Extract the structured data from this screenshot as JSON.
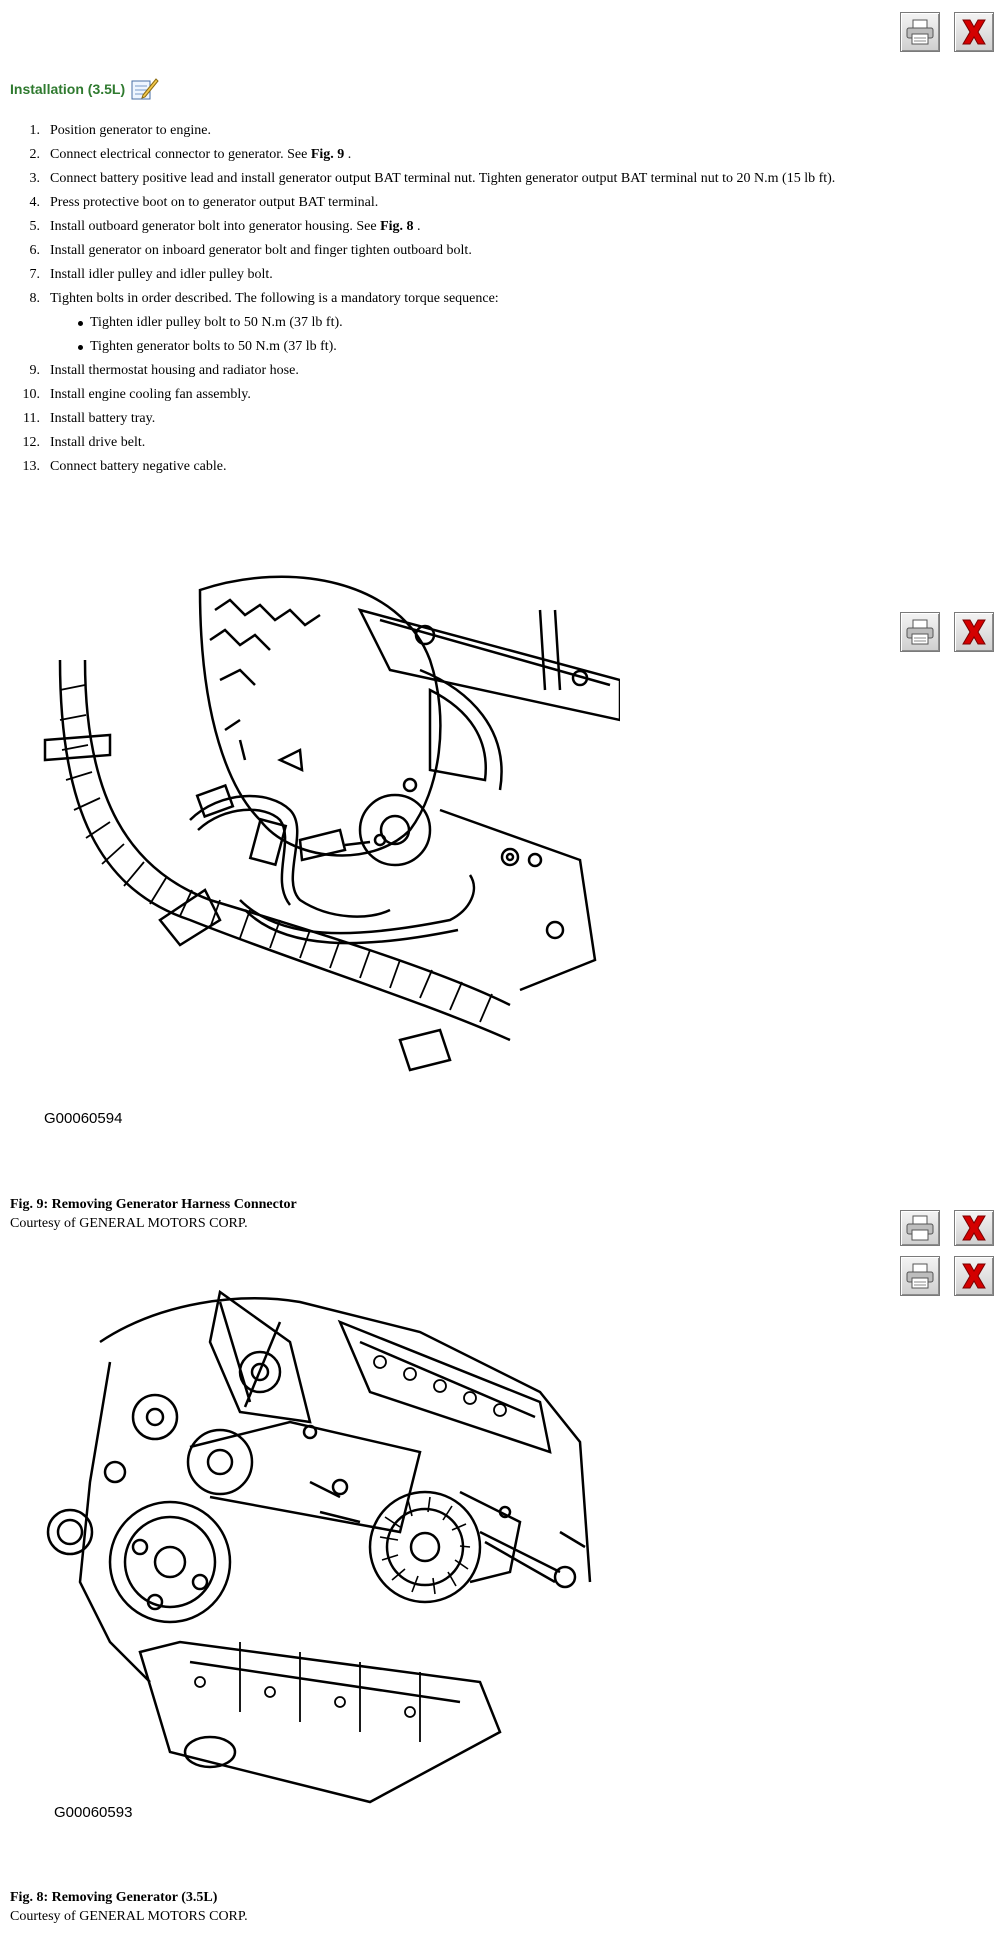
{
  "toolbar": {
    "print_icon": "printer-icon",
    "close_icon": "close-x-icon",
    "accent_close": "#d40000"
  },
  "section": {
    "title": "Installation (3.5L)",
    "icon": "notepad-pencil-icon",
    "title_color": "#2f7a2f"
  },
  "steps": [
    {
      "num": "1.",
      "pre": "Position generator to engine.",
      "fig": "",
      "post": ""
    },
    {
      "num": "2.",
      "pre": "Connect electrical connector to generator. See ",
      "fig": "Fig. 9",
      "post": " ."
    },
    {
      "num": "3.",
      "pre": "Connect battery positive lead and install generator output BAT terminal nut. Tighten generator output BAT terminal nut to 20 N.m (15 lb ft).",
      "fig": "",
      "post": ""
    },
    {
      "num": "4.",
      "pre": "Press protective boot on to generator output BAT terminal.",
      "fig": "",
      "post": ""
    },
    {
      "num": "5.",
      "pre": "Install outboard generator bolt into generator housing. See ",
      "fig": "Fig. 8",
      "post": " ."
    },
    {
      "num": "6.",
      "pre": "Install generator on inboard generator bolt and finger tighten outboard bolt.",
      "fig": "",
      "post": ""
    },
    {
      "num": "7.",
      "pre": "Install idler pulley and idler pulley bolt.",
      "fig": "",
      "post": ""
    },
    {
      "num": "8.",
      "pre": "Tighten bolts in order described. The following is a mandatory torque sequence:",
      "fig": "",
      "post": "",
      "sub": [
        "Tighten idler pulley bolt to 50 N.m (37 lb ft).",
        "Tighten generator bolts to 50 N.m (37 lb ft)."
      ]
    },
    {
      "num": "9.",
      "pre": "Install thermostat housing and radiator hose.",
      "fig": "",
      "post": ""
    },
    {
      "num": "10.",
      "pre": "Install engine cooling fan assembly.",
      "fig": "",
      "post": ""
    },
    {
      "num": "11.",
      "pre": "Install battery tray.",
      "fig": "",
      "post": ""
    },
    {
      "num": "12.",
      "pre": "Install drive belt.",
      "fig": "",
      "post": ""
    },
    {
      "num": "13.",
      "pre": "Connect battery negative cable.",
      "fig": "",
      "post": ""
    }
  ],
  "figures": [
    {
      "code": "G00060594",
      "caption_bold": "Fig. 9: Removing Generator Harness Connector",
      "credit": "Courtesy of GENERAL MOTORS CORP."
    },
    {
      "code": "G00060593",
      "caption_bold": "Fig. 8: Removing Generator (3.5L)",
      "credit": "Courtesy of GENERAL MOTORS CORP."
    }
  ]
}
